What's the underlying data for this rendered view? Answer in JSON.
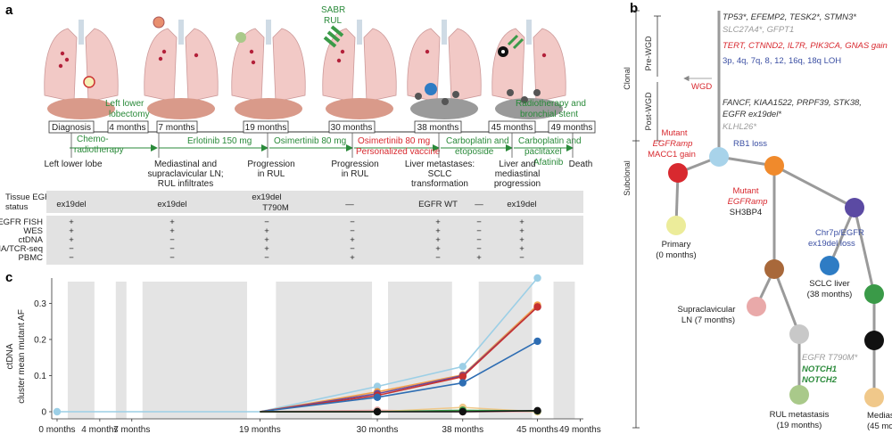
{
  "panels": {
    "a": "a",
    "b": "b",
    "c": "c"
  },
  "timeline": {
    "boxes": [
      "Diagnosis",
      "4 months",
      "7 months",
      "19 months",
      "30 months",
      "38 months",
      "45 months",
      "49 months"
    ],
    "top_green": {
      "lobectomy_1": "Left lower",
      "lobectomy_2": "lobectomy",
      "sabr_1": "SABR",
      "sabr_2": "RUL",
      "rt_1": "Radiotherapy and",
      "rt_2": "bronchial stent"
    },
    "treatments": {
      "chemo_1": "Chemo-",
      "chemo_2": "radiotherapy",
      "erlotinib": "Erlotinib 150 mg",
      "osimertinib": "Osimertinib 80 mg",
      "osi_vaccine_1": "Osimertinib 80 mg",
      "osi_vaccine_2": "Personalized vaccine",
      "carbo_eto_1": "Carboplatin and",
      "carbo_eto_2": "etoposide",
      "carbo_pac_1": "Carboplatin and",
      "carbo_pac_2": "paclitaxel",
      "afatinib": "Afatinib"
    },
    "events": {
      "e1": "Left lower lobe",
      "e2_1": "Mediastinal and",
      "e2_2": "supraclavicular LN;",
      "e2_3": "RUL infiltrates",
      "e3_1": "Progression",
      "e3_2": "in RUL",
      "e4_1": "Progression",
      "e4_2": "in RUL",
      "e5_1": "Liver metastases:",
      "e5_2": "SCLC",
      "e5_3": "transformation",
      "e6_1": "Liver and",
      "e6_2": "mediastinal",
      "e6_3": "progression",
      "e7": "Death"
    }
  },
  "status_table": {
    "header_1": "Tissue EGFR",
    "header_2": "status",
    "values": [
      "ex19del",
      "ex19del",
      "ex19del",
      "T790M",
      "—",
      "EGFR WT",
      "—",
      "ex19del"
    ],
    "row_labels": [
      "EGFR FISH",
      "WES",
      "ctDNA",
      "RNA/TCR-seq",
      "PBMC"
    ],
    "columns": [
      [
        "+",
        "+",
        "+",
        "−",
        "−"
      ],
      [
        "+",
        "+",
        "−",
        "−",
        "−"
      ],
      [
        "−",
        "+",
        "+",
        "+",
        "−"
      ],
      [
        "−",
        "−",
        "+",
        "−",
        "+"
      ],
      [
        "+",
        "+",
        "+",
        "+",
        "−"
      ],
      [
        "−",
        "−",
        "−",
        "−",
        "+"
      ],
      [
        "+",
        "+",
        "+",
        "+",
        "−"
      ]
    ]
  },
  "chart_data": {
    "type": "line",
    "ylabel_1": "ctDNA",
    "ylabel_2": "cluster mean mutant AF",
    "y_ticks": [
      "0",
      "0.1",
      "0.2",
      "0.3"
    ],
    "x_tick_labels": [
      "0 months",
      "4 months",
      "7 months",
      "19 months",
      "30 months",
      "38 months",
      "45 months",
      "49 months"
    ],
    "x_ticks": [
      0,
      4,
      7,
      19,
      30,
      38,
      45,
      49
    ],
    "ylim": [
      0,
      0.37
    ],
    "shaded_intervals": [
      [
        1,
        3.5
      ],
      [
        5.5,
        6.5
      ],
      [
        8,
        17.8
      ],
      [
        20.5,
        29.5
      ],
      [
        31,
        37
      ],
      [
        39.5,
        44.5
      ],
      [
        46.5,
        48.5
      ]
    ],
    "series": [
      {
        "color": "#9ccfe6",
        "x": [
          0,
          19,
          30,
          38,
          45
        ],
        "y": [
          0,
          0,
          0.07,
          0.125,
          0.37
        ]
      },
      {
        "color": "#f4a04a",
        "x": [
          19,
          30,
          38,
          45
        ],
        "y": [
          0,
          0.055,
          0.102,
          0.295
        ]
      },
      {
        "color": "#6a4a9c",
        "x": [
          19,
          30,
          38,
          45
        ],
        "y": [
          0,
          0.05,
          0.1,
          0.29
        ]
      },
      {
        "color": "#c8302e",
        "x": [
          19,
          30,
          38,
          45
        ],
        "y": [
          0,
          0.045,
          0.097,
          0.29
        ]
      },
      {
        "color": "#2e6db3",
        "x": [
          19,
          30,
          38,
          45
        ],
        "y": [
          0,
          0.04,
          0.08,
          0.195
        ]
      },
      {
        "color": "#e9a9a9",
        "x": [
          19,
          30,
          38,
          45
        ],
        "y": [
          0,
          0.004,
          0.0,
          0.0
        ]
      },
      {
        "color": "#f0c88a",
        "x": [
          19,
          30,
          38,
          45
        ],
        "y": [
          0,
          0.0,
          0.012,
          0.0
        ]
      },
      {
        "color": "#3a9a48",
        "x": [
          19,
          30,
          38,
          45
        ],
        "y": [
          0,
          0.0,
          0.004,
          0.002
        ]
      },
      {
        "color": "#111111",
        "x": [
          19,
          30,
          38,
          45
        ],
        "y": [
          0,
          0.0,
          0.0,
          0.003
        ]
      }
    ]
  },
  "tree": {
    "axis": {
      "pre_wgd": "Pre-WGD",
      "post_wgd": "Post-WGD",
      "clonal": "Clonal",
      "subclonal": "Subclonal",
      "wgd": "WGD"
    },
    "pre_wgd_lines": [
      {
        "text": "TP53*, EFEMP2, TESK2*, STMN3*",
        "color": "#333333"
      },
      {
        "text": "SLC27A4*, GFPT1",
        "color": "#9a9a9a"
      },
      {
        "text": "TERT, CTNND2, IL7R, PIK3CA, GNAS gain",
        "color": "#d8292f"
      },
      {
        "text": "3p, 4q, 7q, 8, 12, 16q, 18q LOH",
        "color": "#3b4fa3"
      }
    ],
    "post_wgd_lines": [
      {
        "text": "FANCF, KIAA1522, PRPF39, STK38,",
        "color": "#333333"
      },
      {
        "text": "EGFR ex19del*",
        "color": "#333333"
      },
      {
        "text": "KLHL26*",
        "color": "#9a9a9a"
      }
    ],
    "annotations": {
      "mutant_1": "Mutant",
      "mutant_2": "EGFRamp",
      "mutant_3": "MACC1 gain",
      "rb1": "RB1 loss",
      "mutant2_1": "Mutant",
      "mutant2_2": "EGFRamp",
      "sh3bp4": "SH3BP4",
      "chr7p_1": "Chr7p/EGFR",
      "chr7p_2": "ex19del loss",
      "t790m": "EGFR T790M*",
      "notch1": "NOTCH1",
      "notch2": "NOTCH2"
    },
    "leaves": {
      "primary_1": "Primary",
      "primary_2": "(0 months)",
      "scln_1": "Supraclavicular",
      "scln_2": "LN (7 months)",
      "sclc_1": "SCLC liver",
      "sclc_2": "(38 months)",
      "rul_1": "RUL metastasis",
      "rul_2": "(19 months)",
      "med_1": "Mediastinum",
      "med_2": "(45 months)"
    },
    "node_colors": {
      "root": "#a8d3ea",
      "red": "#d8292f",
      "primary": "#ecec9a",
      "orange": "#f08a2c",
      "purple": "#5b4aa3",
      "brown": "#a8683a",
      "pink": "#e9a9a9",
      "grey": "#c8c8c8",
      "lightgreen": "#a9c98a",
      "blue": "#2e7cc4",
      "green": "#3a9a48",
      "black": "#111111",
      "tan": "#f0c88a"
    }
  }
}
